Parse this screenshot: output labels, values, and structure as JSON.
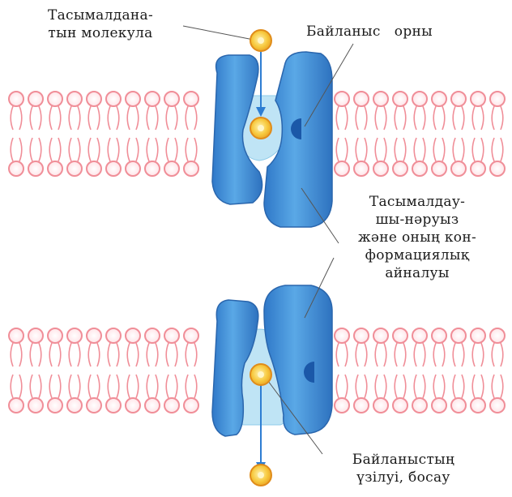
{
  "labels": {
    "molecule": {
      "line1": "Тасымалдана-",
      "line2": "тын  молекула"
    },
    "binding_site": "Байланыс   орны",
    "carrier": {
      "line1": "Тасымалдау-",
      "line2": "шы-нәруыз",
      "line3": "және  оның  кон-",
      "line4": "формациялық",
      "line5": "айналуы"
    },
    "release": {
      "line1": "Байланыстың",
      "line2": "үзілуі,    босау"
    }
  },
  "colors": {
    "membrane": "#f08e98",
    "protein_fill": "#4d9de0",
    "protein_dark": "#2c6fb5",
    "channel": "#bfe4f5",
    "binding_site": "#1b58a8",
    "molecule_fill": "#f6c33a",
    "molecule_ring": "#e08c1a",
    "arrow": "#2d7dd2"
  }
}
